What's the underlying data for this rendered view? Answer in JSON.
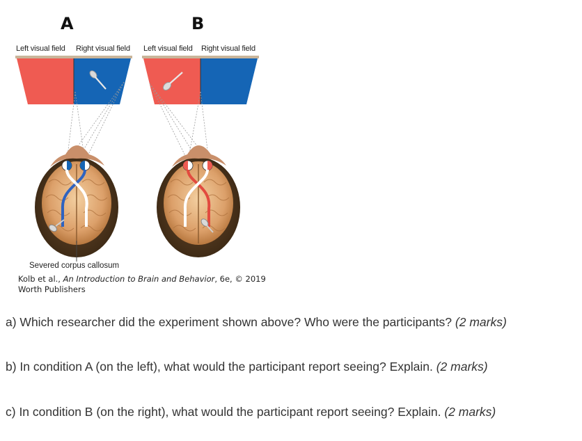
{
  "figure": {
    "panel_a_label": "A",
    "panel_b_label": "B",
    "left_field_a": "Left visual field",
    "right_field_a": "Right visual field",
    "left_field_b": "Left visual field",
    "right_field_b": "Right visual field",
    "caption": "Severed corpus callosum",
    "credit_authors": "Kolb et al., ",
    "credit_title": "An Introduction to Brain and Behavior",
    "credit_rest_1": ", 6e, © 2019",
    "credit_rest_2": "Worth Publishers",
    "colors": {
      "left_field": "#ef5b52",
      "right_field": "#1565b5",
      "brain": "#e6b37f",
      "skull": "#4a3420"
    }
  },
  "questions": [
    {
      "text": "a) Which researcher did the experiment shown above? Who were the participants? ",
      "marks": "(2 marks)"
    },
    {
      "text": "b) In condition A (on the left), what would the participant report seeing? Explain. ",
      "marks": "(2 marks)"
    },
    {
      "text": "c) In condition B (on the right), what would the participant report seeing? Explain. ",
      "marks": "(2 marks)"
    }
  ]
}
